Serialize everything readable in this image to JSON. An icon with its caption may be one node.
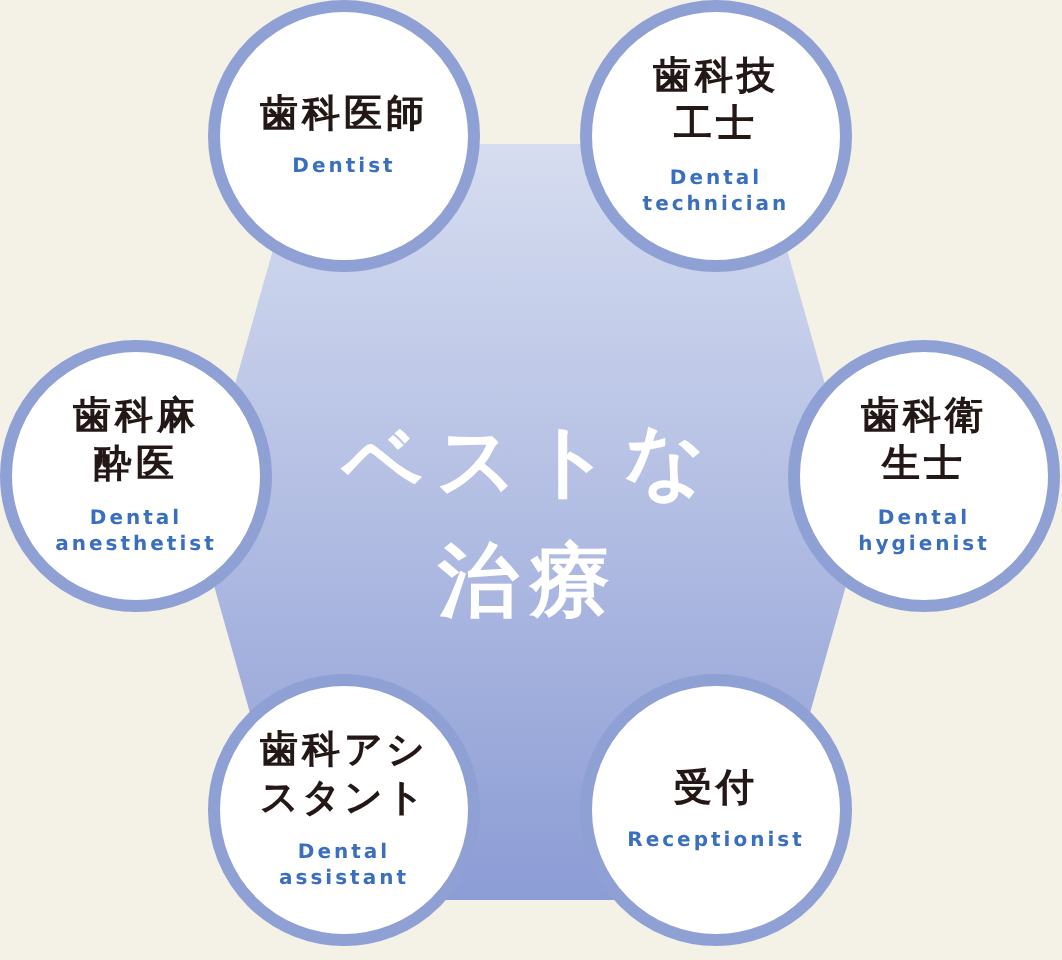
{
  "diagram": {
    "nodes": [
      {
        "text": [
          "ベストな治療"
        ]
      },
      {
        "text": [
          "歯科医師",
          "Dentist"
        ]
      },
      {
        "text": [
          "歯科技工士",
          "Dental technician"
        ]
      },
      {
        "text": [
          "歯科麻酔医",
          "Dental anesthetist"
        ]
      },
      {
        "text": [
          "歯科衛生士",
          "Dental hygienist"
        ]
      },
      {
        "text": [
          "歯科アシスタント",
          "Dental assistant"
        ]
      },
      {
        "text": [
          "受付",
          "Receptionist"
        ]
      }
    ]
  }
}
